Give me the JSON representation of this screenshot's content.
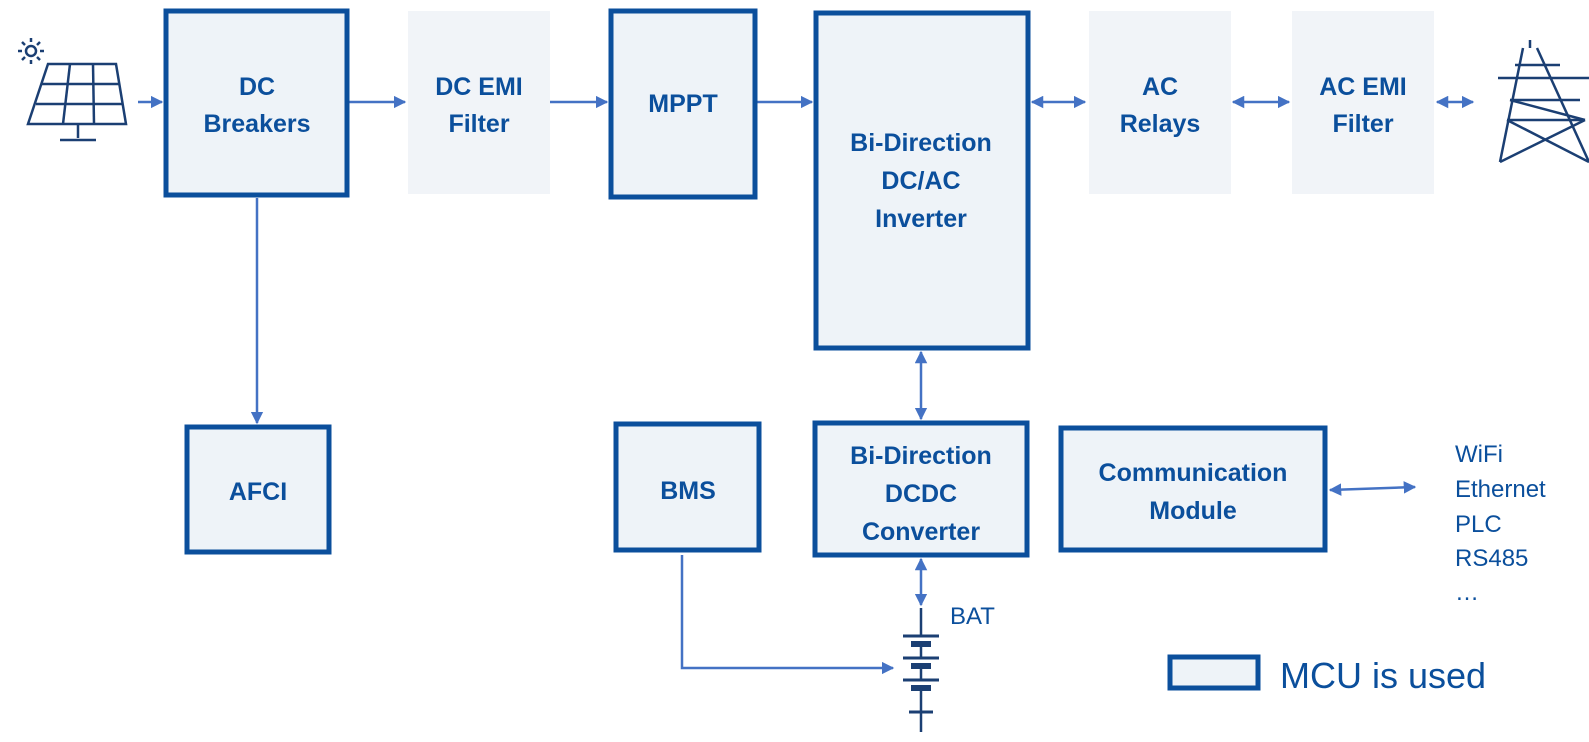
{
  "colors": {
    "mcu_border": "#0b4f9c",
    "block_fill": "#eef3f8",
    "plain_fill": "#f1f4f8",
    "connector": "#4472c4",
    "text": "#0b4f9c",
    "icon": "#1b3f73"
  },
  "blocks": {
    "dc_breakers": {
      "line1": "DC",
      "line2": "Breakers"
    },
    "dc_emi_filter": {
      "line1": "DC EMI",
      "line2": "Filter"
    },
    "mppt": {
      "line1": "MPPT"
    },
    "inverter": {
      "line1": "Bi-Direction",
      "line2": "DC/AC",
      "line3": "Inverter"
    },
    "ac_relays": {
      "line1": "AC",
      "line2": "Relays"
    },
    "ac_emi_filter": {
      "line1": "AC EMI",
      "line2": "Filter"
    },
    "afci": {
      "line1": "AFCI"
    },
    "bms": {
      "line1": "BMS"
    },
    "dcdc": {
      "line1": "Bi-Direction",
      "line2": "DCDC",
      "line3": "Converter"
    },
    "comm": {
      "line1": "Communication",
      "line2": "Module"
    }
  },
  "comm_interfaces": [
    "WiFi",
    "Ethernet",
    "PLC",
    "RS485",
    "…"
  ],
  "battery_label": "BAT",
  "legend": {
    "label": "MCU is used"
  },
  "icons": {
    "solar": "solar-panel-icon",
    "grid": "power-tower-icon",
    "battery": "battery-icon"
  }
}
